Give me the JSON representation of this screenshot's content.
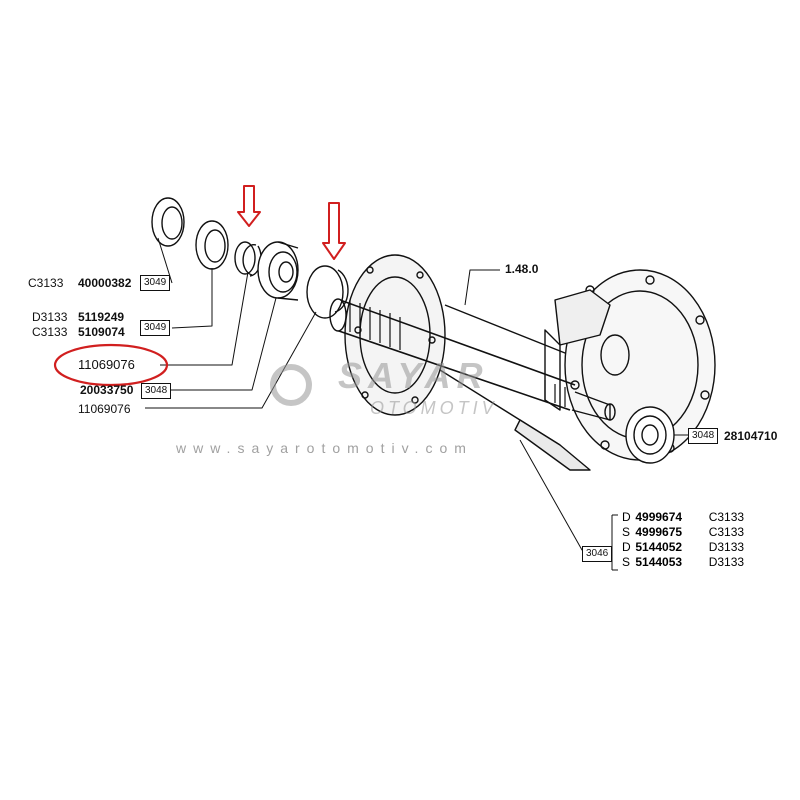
{
  "colors": {
    "line": "#111111",
    "highlight": "#d11f1f",
    "watermark": "#9a9a9a"
  },
  "watermark": {
    "brand_top": "SAYAR",
    "brand_bottom": "OTOMOTIV",
    "url": "www.sayarotomotiv.com"
  },
  "labels": {
    "l1_prefix": "C3133",
    "l1_number": "40000382",
    "l1_ref": "3049",
    "l2_prefix_a": "D3133",
    "l2_number_a": "5119249",
    "l2_prefix_b": "C3133",
    "l2_number_b": "5109074",
    "l2_ref": "3049",
    "circled_number": "11069076",
    "l4_number": "20033750",
    "l4_ref": "3048",
    "l5_number": "11069076",
    "assembly_ref": "1.48.0",
    "right_ref": "3048",
    "right_number": "28104710",
    "bottom_ref": "3046"
  },
  "variants": [
    {
      "side": "D",
      "number": "4999674",
      "model": "C3133"
    },
    {
      "side": "S",
      "number": "4999675",
      "model": "C3133"
    },
    {
      "side": "D",
      "number": "5144052",
      "model": "D3133"
    },
    {
      "side": "S",
      "number": "5144053",
      "model": "D3133"
    }
  ]
}
